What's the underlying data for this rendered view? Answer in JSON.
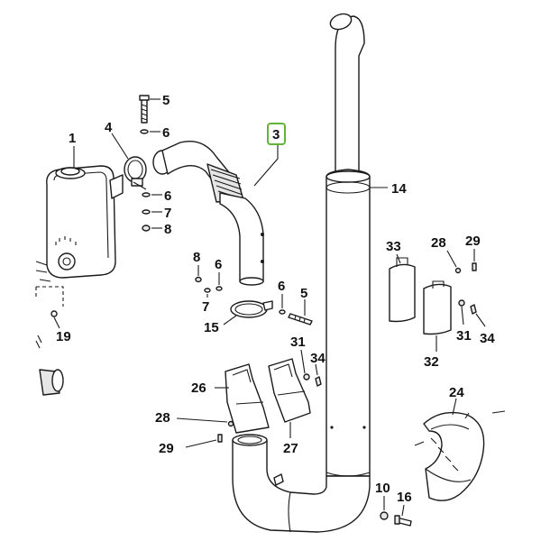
{
  "highlight_color": "#63b33a",
  "line_color": "#1a1a1a",
  "callouts": {
    "c1": "1",
    "c3": "3",
    "c4": "4",
    "c5_top": "5",
    "c6_top": "6",
    "c6_mid": "6",
    "c7_mid": "7",
    "c8_mid": "8",
    "c8_low": "8",
    "c6_low": "6",
    "c7_low": "7",
    "c6_clamp": "6",
    "c5_bolt": "5",
    "c15": "15",
    "c19": "19",
    "c14": "14",
    "c33": "33",
    "c28_right": "28",
    "c29_right": "29",
    "c31_right": "31",
    "c34_right": "34",
    "c32": "32",
    "c31_mid": "31",
    "c34_mid": "34",
    "c26": "26",
    "c27": "27",
    "c28_left": "28",
    "c29_left": "29",
    "c24": "24",
    "c10": "10",
    "c16": "16"
  }
}
